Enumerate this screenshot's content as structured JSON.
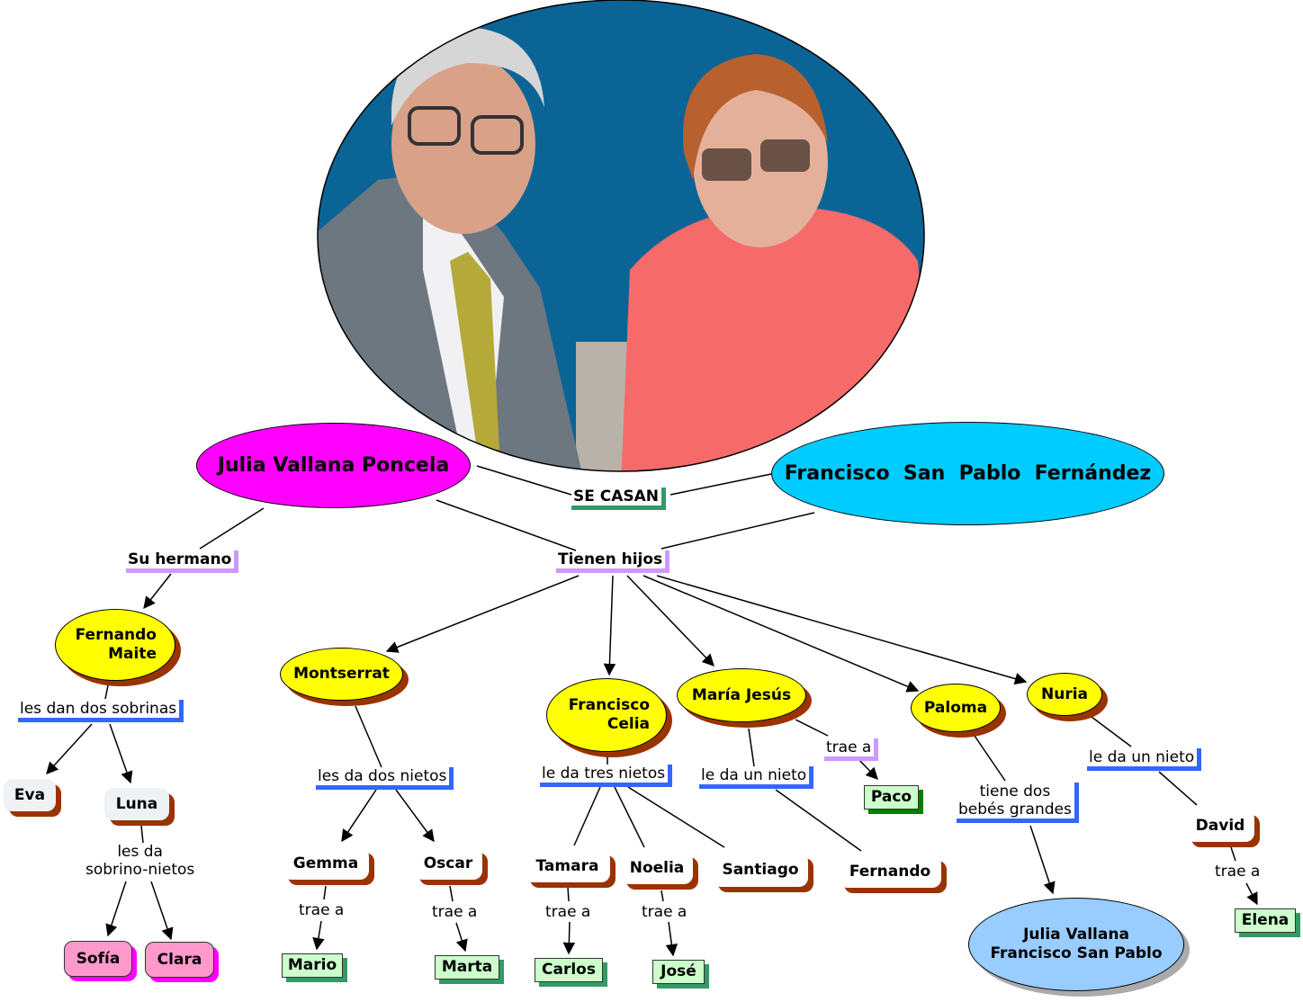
{
  "colors": {
    "photo_bg": "#0a6496",
    "julia": "#ff00ff",
    "francisco": "#00ccff",
    "child": "#ffff00",
    "grandchild_shadow": "#993300",
    "great": "#ccffcc",
    "pink": "#ff99cc",
    "couple": "#99ccff"
  },
  "photo": {
    "icon": "couple-photo"
  },
  "main": {
    "julia": "Julia  Vallana  Poncela",
    "francisco": "Francisco  San  Pablo  Fernández",
    "se_casan": "SE CASAN",
    "tienen_hijos": "Tienen hijos",
    "su_hermano": "Su hermano"
  },
  "family": {
    "fernando_maite": [
      "Fernando",
      "Maite"
    ],
    "les_dan": "les dan dos sobrinas",
    "eva": "Eva",
    "luna": "Luna",
    "les_da_sobrino": [
      "les da",
      "sobrino-nietos"
    ],
    "sofia": "Sofía",
    "clara": "Clara",
    "montserrat": "Montserrat",
    "les_da_dos": "les da dos nietos",
    "gemma": "Gemma",
    "oscar": "Oscar",
    "trae_a": "trae a",
    "mario": "Mario",
    "marta": "Marta",
    "francisco_celia": [
      "Francisco",
      "Celia"
    ],
    "le_da_tres": "le da tres nietos",
    "tamara": "Tamara",
    "noelia": "Noelia",
    "santiago": "Santiago",
    "carlos": "Carlos",
    "jose": "José",
    "maria_jesus": "María Jesús",
    "le_da_un": "le da un nieto",
    "fernando": "Fernando",
    "paco": "Paco",
    "paloma": "Paloma",
    "tiene_dos": [
      "tiene dos",
      "bebés grandes"
    ],
    "couple": [
      "Julia Vallana",
      "Francisco San Pablo"
    ],
    "nuria": "Nuria",
    "david": "David",
    "elena": "Elena"
  }
}
